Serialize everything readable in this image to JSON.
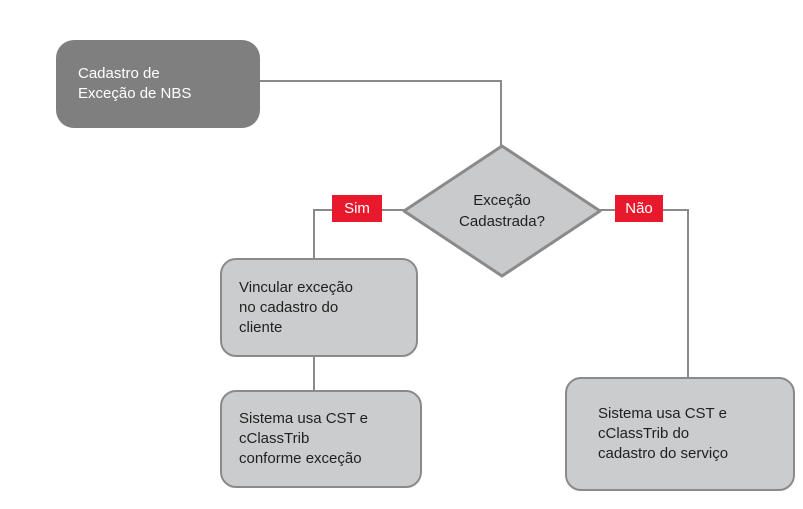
{
  "diagram": {
    "title_hint": "flowchart",
    "colors": {
      "connector": "#8a8a8b",
      "process_fill": "#cbcccd",
      "process_border": "#8a8a8b",
      "start_fill": "#7f7f80",
      "start_text": "#ffffff",
      "decision_fill": "#c9cacb",
      "label_bg": "#e8192c",
      "label_text": "#ffffff",
      "node_text": "#1f1f1f",
      "background": "#ffffff"
    },
    "nodes": {
      "start": {
        "text": "Cadastro de\nExceção de NBS"
      },
      "decision": {
        "text": "Exceção\nCadastrada?"
      },
      "yes_step1": {
        "text": "Vincular exceção\nno cadastro do\ncliente"
      },
      "yes_step2": {
        "text": "Sistema usa CST e\ncClassTrib\nconforme exceção"
      },
      "no_step": {
        "text": "Sistema usa CST e\ncClassTrib do\ncadastro do serviço"
      }
    },
    "edge_labels": {
      "yes": "Sim",
      "no": "Não"
    }
  }
}
